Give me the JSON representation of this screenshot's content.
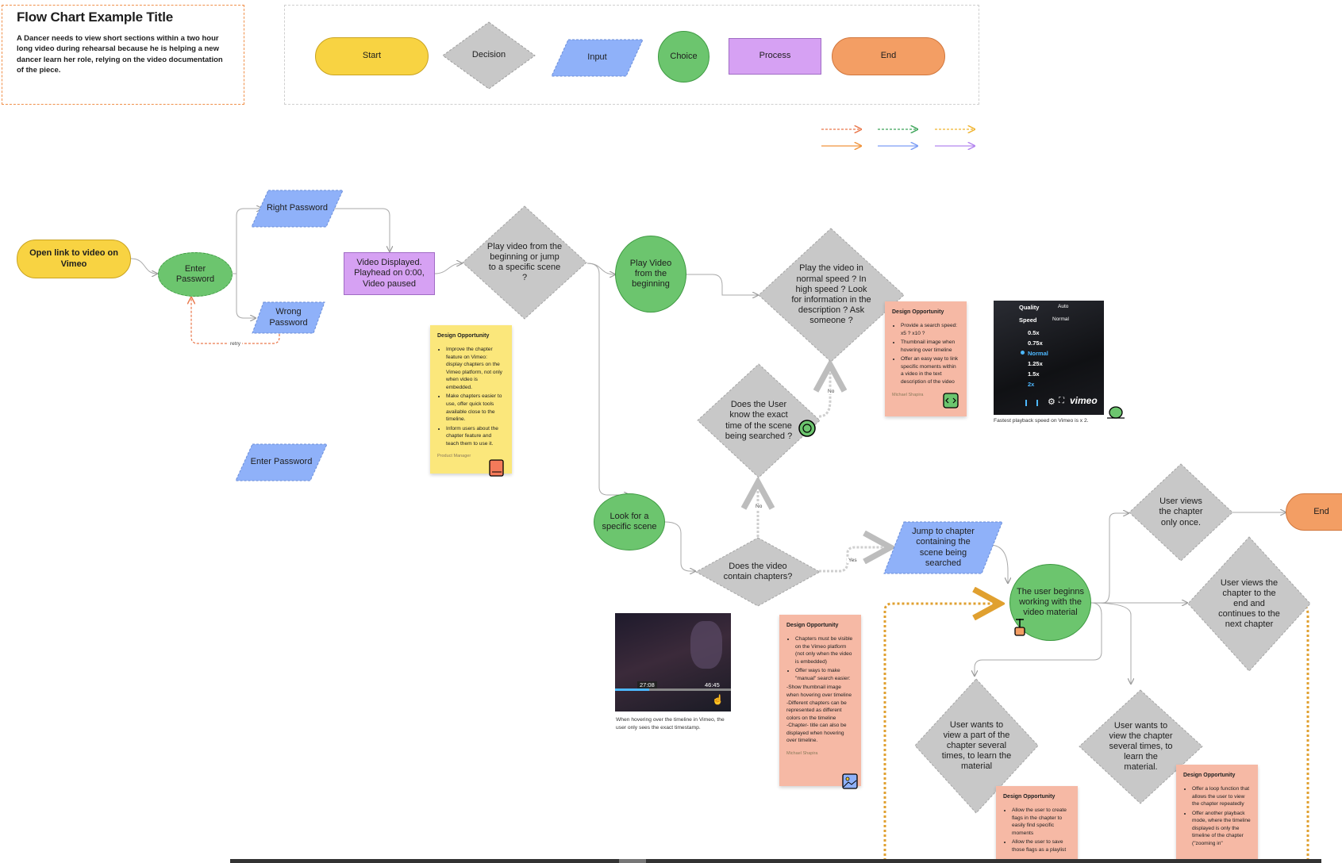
{
  "header": {
    "title": "Flow Chart Example Title",
    "description": "A Dancer needs to view short sections within a two hour long video during rehearsal because he is helping a new dancer learn her role, relying on the video documentation of the piece."
  },
  "legend": {
    "start": "Start",
    "decision": "Decision",
    "input": "Input",
    "choice": "Choice",
    "process": "Process",
    "end": "End"
  },
  "colors": {
    "yellow": "#f8d342",
    "green": "#6cc56e",
    "blue": "#8fb1f9",
    "purple": "#d6a1f3",
    "orange": "#f39e64",
    "gray": "#c8c8c8",
    "note_pink": "#f6b9a5",
    "note_yellow": "#fbe77b"
  },
  "flow": {
    "open_link": "Open link to video on Vimeo",
    "enter_password": "Enter Password",
    "right_password": "Right Password",
    "wrong_password": "Wrong Password",
    "retry": "retry",
    "enter_password_input": "Enter Password",
    "video_displayed": "Video Displayed. Playhead on 0:00, Video paused",
    "play_or_jump": "Play video from the beginning or jump to a specific scene ?",
    "play_beginning": "Play Video from the beginning",
    "normal_speed": "Play the video in normal speed ? In high speed ? Look for information in the description ? Ask someone ?",
    "know_time": "Does the User know the exact time of the scene being searched ?",
    "look_scene": "Look for a specific scene",
    "contain_chapters": "Does the video contain chapters?",
    "jump_chapter": "Jump to chapter containing the scene being searched",
    "working": "The user beginns working with the video material",
    "views_once": "User views the chapter only once.",
    "views_continues": "User views the chapter to the end and continues to the next chapter",
    "view_part": "User wants to view a part of the chapter several times, to learn the material",
    "view_several": "User wants to view the chapter several times, to learn the material.",
    "end": "End",
    "no_1": "No",
    "no_2": "No",
    "yes": "Yes"
  },
  "notes": {
    "yellow": {
      "title": "Design Opportunity",
      "items": [
        "Improve the chapter feature on Vimeo: display chapters on the Vimeo platform, not only when video is embedded.",
        "Make chapters easier to use, offer quick tools available close to the timeline.",
        "Inform users about the chapter feature and teach them to use it."
      ],
      "author": "Product Manager"
    },
    "speed": {
      "title": "Design Opportunity",
      "items": [
        "Provide a search speed: x5 ? x10 ?",
        "Thumbnail image when hovering over timeline",
        "Offer an easy way to link specific moments within a video in the text description of the video"
      ],
      "author": "Michael Shapira"
    },
    "chapters": {
      "title": "Design Opportunity",
      "items": [
        "Chapters must be visible on the Vimeo platform (not only when the video is embedded)",
        "Offer ways to make \"manual\" search easier:"
      ],
      "extra": "-Show thumbnail image when hovering over timeline\n-Different chapters can be represented as different colors on the timeline\n-Chapter- title can also be displayed when hovering over timeline.",
      "author": "Michael Shapira"
    },
    "flags": {
      "title": "Design Opportunity",
      "items": [
        "Allow the user to create flags in the chapter to easily find specific moments",
        "Allow the user to save those flags as a playlist"
      ]
    },
    "loop": {
      "title": "Design Opportunity",
      "items": [
        "Offer a loop function that allows the user to view the chapter repeatedly",
        "Offer another playback mode, where the timeline displayed is only the timeline of the chapter (\"zooming in\""
      ]
    }
  },
  "vimeo_menu": {
    "quality_label": "Quality",
    "quality_value": "Auto",
    "speed_label": "Speed",
    "speed_value": "Normal",
    "options": [
      "0.5x",
      "0.75x",
      "Normal",
      "1.25x",
      "1.5x",
      "2x"
    ],
    "logo": "vimeo",
    "caption": "Fastest playback speed on Vimeo is x 2."
  },
  "video_thumb": {
    "time_left": "27:08",
    "time_right": "46:45",
    "caption": "When hovering over the timeline in Vimeo, the user only sees the exact timestamp."
  }
}
